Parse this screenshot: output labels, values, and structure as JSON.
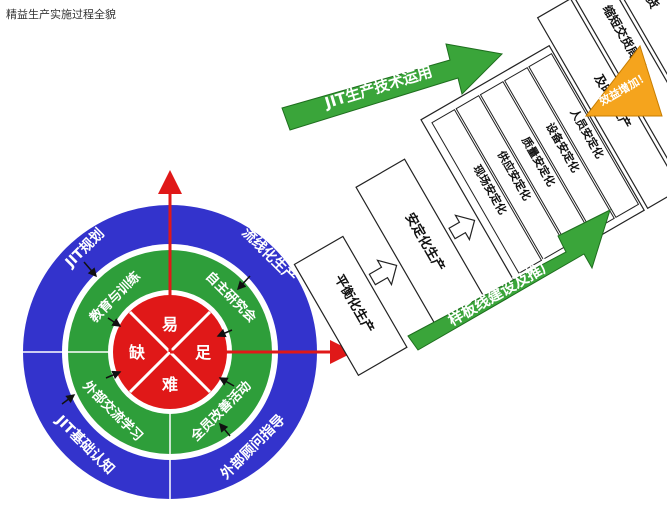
{
  "title": "精益生产实施过程全貌",
  "outer_ring": {
    "top_left": "JIT规划",
    "top_right": "流线化生产",
    "bottom_left": "JIT基础认知",
    "bottom_right": "外部顾问指导"
  },
  "middle_ring": {
    "top_left": "教育与训练",
    "top_right": "自主研究会",
    "bottom_left": "外部交流学习",
    "bottom_right": "全员改善活动"
  },
  "center": {
    "top": "易",
    "right": "足",
    "bottom": "难",
    "left": "缺"
  },
  "stairs": {
    "step1": "平衡化生产",
    "step2": "安定化生产",
    "step2_items": [
      "现场安定化",
      "供应安定化",
      "质量安定化",
      "设备安定化",
      "人员安定化"
    ],
    "step3": "及时化生产",
    "step4": "缩短交货周期",
    "step5": "准时制交货",
    "goal": "效益增加！"
  },
  "arrows": {
    "top": "JIT生产技术运用",
    "bottom": "样板线建设及推广"
  },
  "colors": {
    "blue": "#3333cc",
    "green": "#2e9e3a",
    "red": "#e01818",
    "orange": "#f5a41d",
    "arrow_green": "#3aa53a"
  }
}
